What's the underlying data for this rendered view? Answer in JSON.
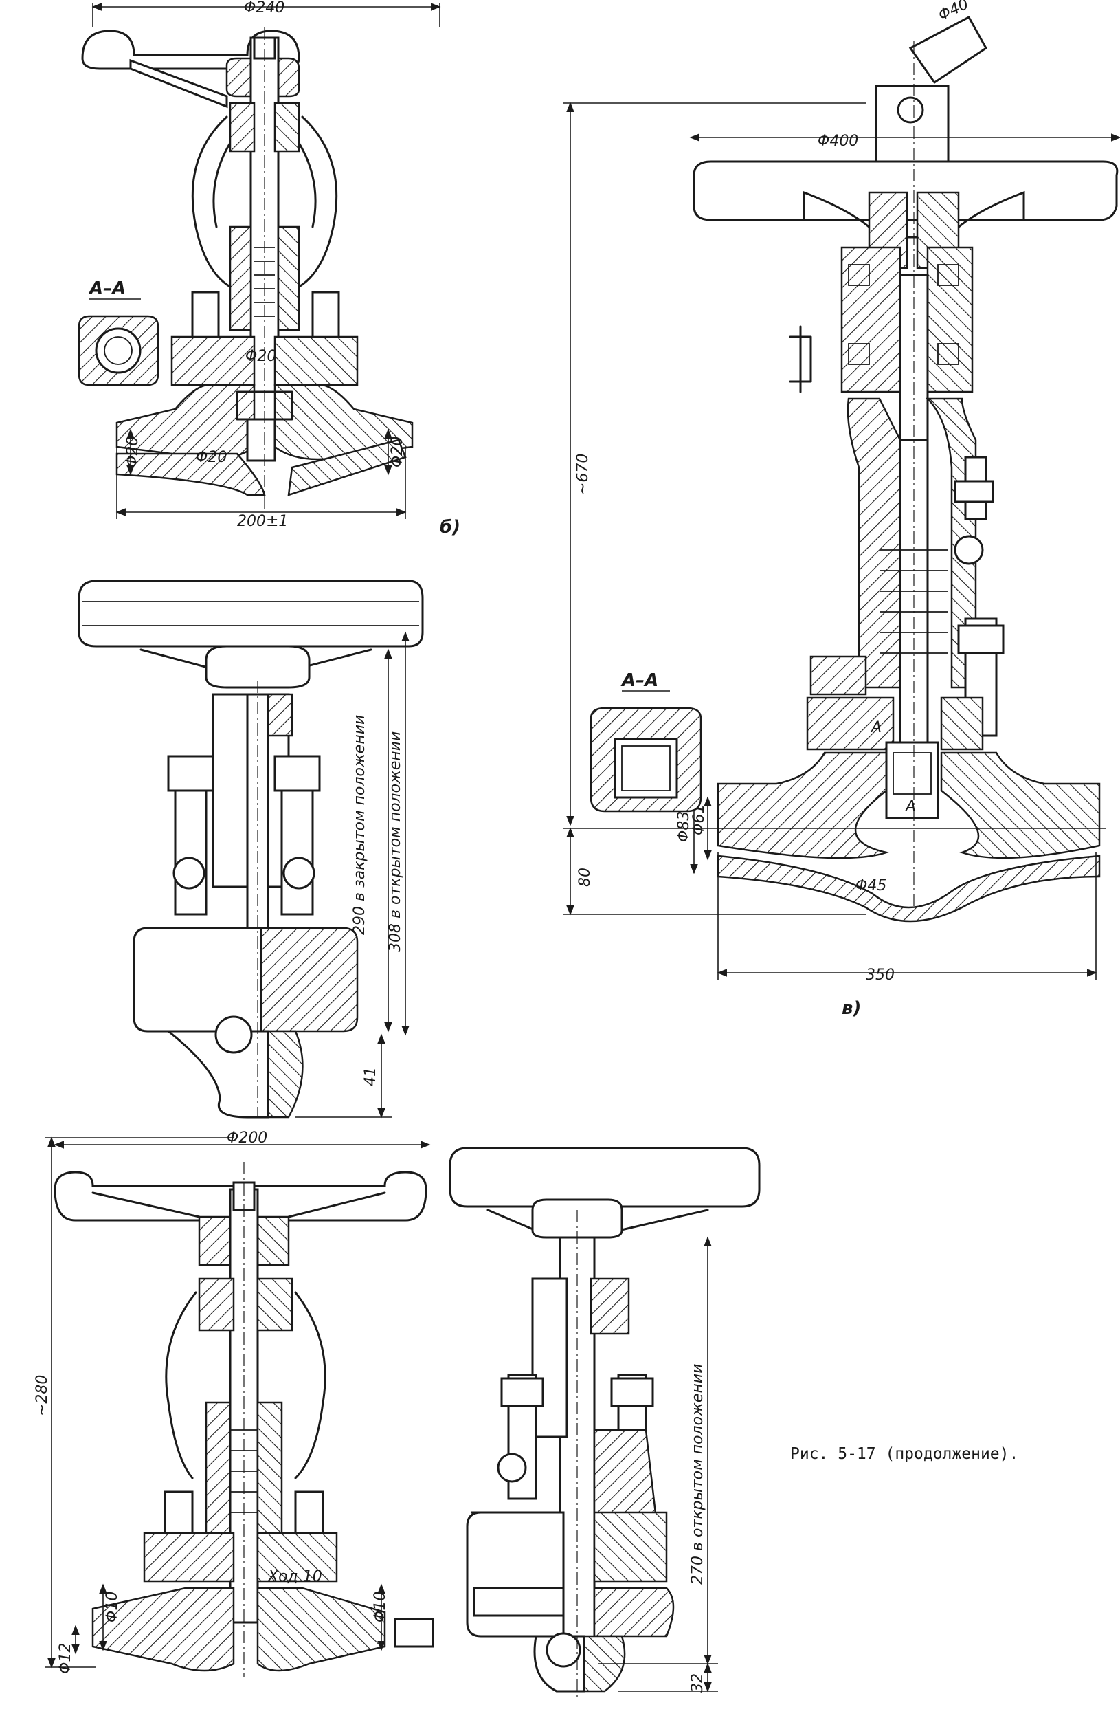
{
  "figure": {
    "caption": "Рис. 5-17 (продолжение)."
  },
  "view_b": {
    "label": "б)",
    "section_label": "A–A",
    "dims": {
      "handwheel": "Φ240",
      "stem": "Φ20",
      "bore": "Φ20",
      "left_end": "Φ20",
      "right_end": "Φ20",
      "length": "200±1"
    },
    "side_dims": {
      "closed": "290 в закрытом положении",
      "open": "308 в открытом положении",
      "bottom": "41"
    }
  },
  "view_v": {
    "label": "в)",
    "section_label": "A–A",
    "dims": {
      "drive": "Φ40",
      "handwheel": "Φ400",
      "height": "~670",
      "outer": "Φ83",
      "inner": "Φ61",
      "bore": "Φ45",
      "below_axis": "80",
      "length": "350"
    },
    "mark_a1": "A",
    "mark_a2": "A"
  },
  "view_g": {
    "dims": {
      "handwheel": "Φ200",
      "height": "~280",
      "stroke": "Ход 10",
      "left_end": "Φ10",
      "right_end": "Φ10",
      "end_outer": "Φ12"
    },
    "side_dims": {
      "open": "270 в открытом положении",
      "bottom": "32"
    }
  }
}
